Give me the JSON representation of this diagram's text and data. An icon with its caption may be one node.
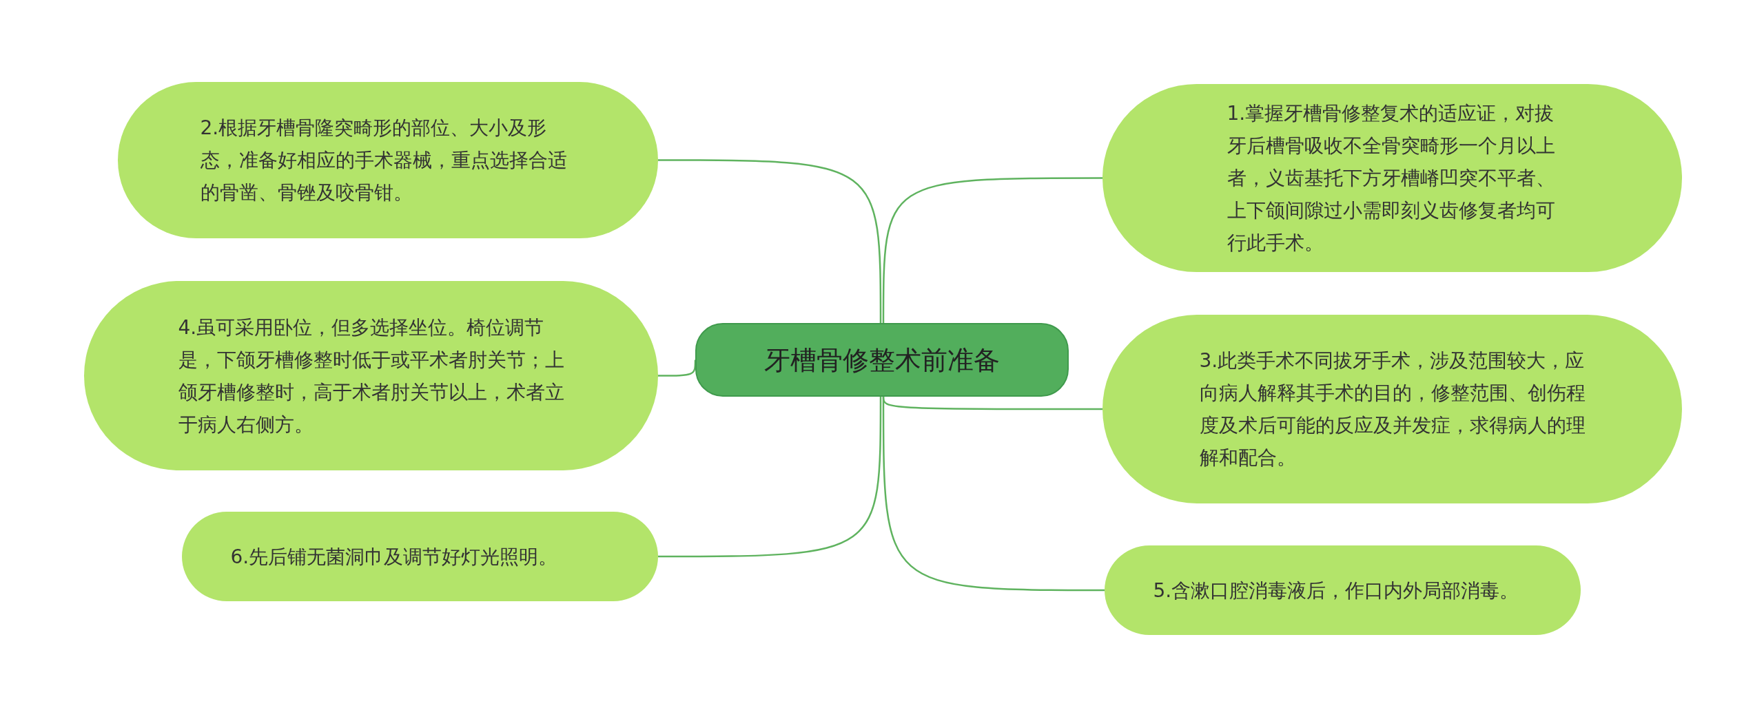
{
  "diagram": {
    "nodes": [
      {
        "text": [
          "牙槽骨修整术前准备"
        ]
      },
      {
        "text": [
          "1.掌握牙槽骨修整复术的适应证，对拔牙后槽骨吸收不全骨突畸形一个月以上者，义齿基托下方牙槽嵴凹突不平者、上下颌间隙过小需即刻义齿修复者均可行此手术。"
        ]
      },
      {
        "text": [
          "2.根据牙槽骨隆突畸形的部位、大小及形态，准备好相应的手术器械，重点选择合适的骨凿、骨锉及咬骨钳。"
        ]
      },
      {
        "text": [
          "3.此类手术不同拔牙手术，涉及范围较大，应向病人解释其手术的目的，修整范围、创伤程度及术后可能的反应及并发症，求得病人的理解和配合。"
        ]
      },
      {
        "text": [
          "4.虽可采用卧位，但多选择坐位。椅位调节是，下颌牙槽修整时低于或平术者肘关节；上颌牙槽修整时，高于术者肘关节以上，术者立于病人右侧方。"
        ]
      },
      {
        "text": [
          "5.含漱口腔消毒液后，作口内外局部消毒。"
        ]
      },
      {
        "text": [
          "6.先后铺无菌洞巾及调节好灯光照明。"
        ]
      }
    ],
    "edges": [
      {
        "from": 0,
        "to": 1,
        "arrow": "none"
      },
      {
        "from": 0,
        "to": 2,
        "arrow": "none"
      },
      {
        "from": 0,
        "to": 3,
        "arrow": "none"
      },
      {
        "from": 0,
        "to": 4,
        "arrow": "none"
      },
      {
        "from": 0,
        "to": 5,
        "arrow": "none"
      },
      {
        "from": 0,
        "to": 6,
        "arrow": "none"
      }
    ]
  }
}
